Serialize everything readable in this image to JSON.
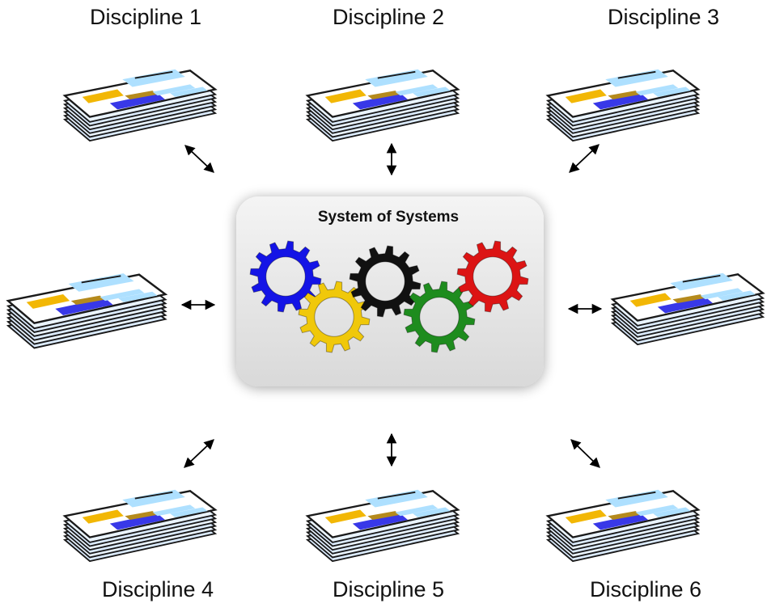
{
  "diagram": {
    "hub": {
      "title": "System of Systems",
      "gears": [
        {
          "color_name": "blue",
          "color": "#1414e6"
        },
        {
          "color_name": "yellow",
          "color": "#f0c80a"
        },
        {
          "color_name": "black",
          "color": "#111111"
        },
        {
          "color_name": "green",
          "color": "#1e8c1e"
        },
        {
          "color_name": "red",
          "color": "#dc1414"
        }
      ]
    },
    "labels": {
      "d1": "Discipline 1",
      "d2": "Discipline 2",
      "d3": "Discipline 3",
      "d4": "Discipline 4",
      "d5": "Discipline 5",
      "d6": "Discipline 6"
    },
    "document_icon": "document-stack-icon",
    "connector_icon": "double-arrow-icon"
  }
}
